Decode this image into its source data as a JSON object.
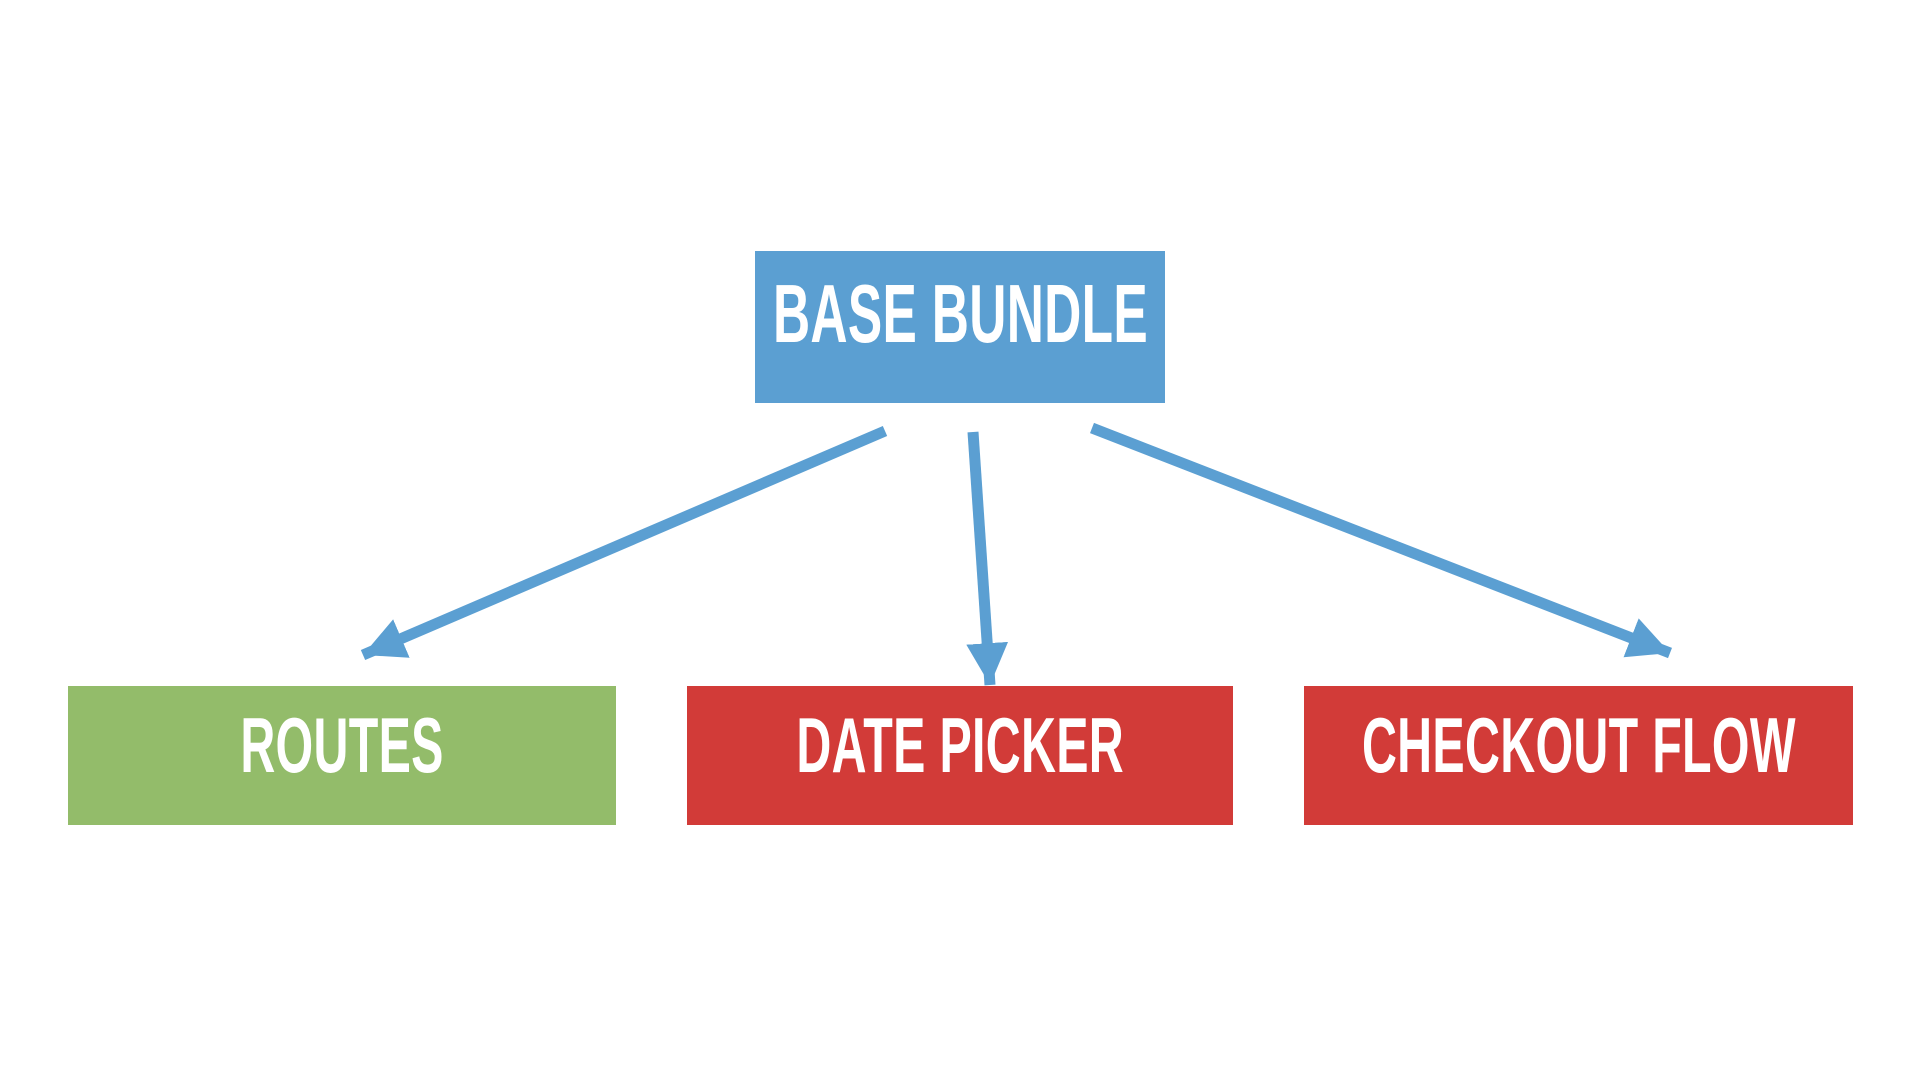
{
  "diagram": {
    "background": "#FFFFFF",
    "arrow_color": "#5B9FD2",
    "nodes": {
      "base_bundle": {
        "id": "base-bundle",
        "label": "BASE BUNDLE",
        "color": "#5B9FD2",
        "text_color": "#FFFFFF"
      },
      "routes": {
        "id": "routes",
        "label": "ROUTES",
        "color": "#93BC6A",
        "text_color": "#FFFFFF"
      },
      "date_picker": {
        "id": "date-picker",
        "label": "DATE PICKER",
        "color": "#D23B38",
        "text_color": "#FFFFFF"
      },
      "checkout_flow": {
        "id": "checkout-flow",
        "label": "CHECKOUT FLOW",
        "color": "#D23B38",
        "text_color": "#FFFFFF"
      }
    },
    "edges": [
      {
        "from": "base-bundle",
        "to": "routes"
      },
      {
        "from": "base-bundle",
        "to": "date-picker"
      },
      {
        "from": "base-bundle",
        "to": "checkout-flow"
      }
    ]
  }
}
